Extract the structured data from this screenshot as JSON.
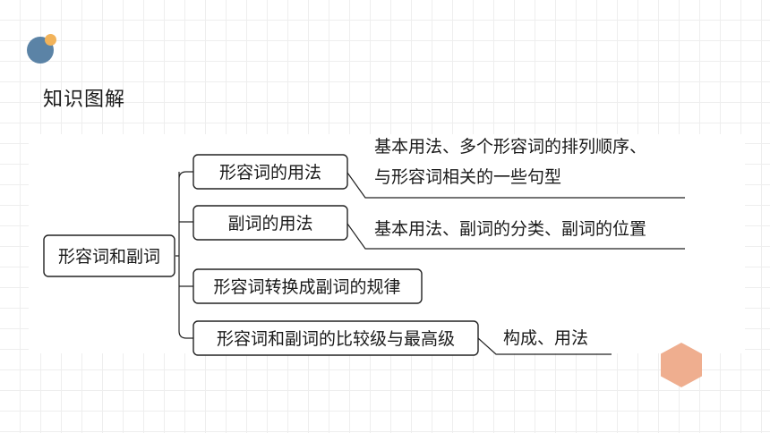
{
  "header": {
    "title": "知识图解"
  },
  "diagram": {
    "root": "形容词和副词",
    "branches": [
      {
        "label": "形容词的用法",
        "details": [
          "基本用法、多个形容词的排列顺序、",
          "与形容词相关的一些句型"
        ]
      },
      {
        "label": "副词的用法",
        "details": [
          "基本用法、副词的分类、副词的位置"
        ]
      },
      {
        "label": "形容词转换成副词的规律",
        "details": []
      },
      {
        "label": "形容词和副词的比较级与最高级",
        "details": [
          "构成、用法"
        ]
      }
    ]
  },
  "colors": {
    "dot_primary": "#5b83a6",
    "dot_accent": "#f2b35a",
    "hexagon": "#efae8f"
  }
}
